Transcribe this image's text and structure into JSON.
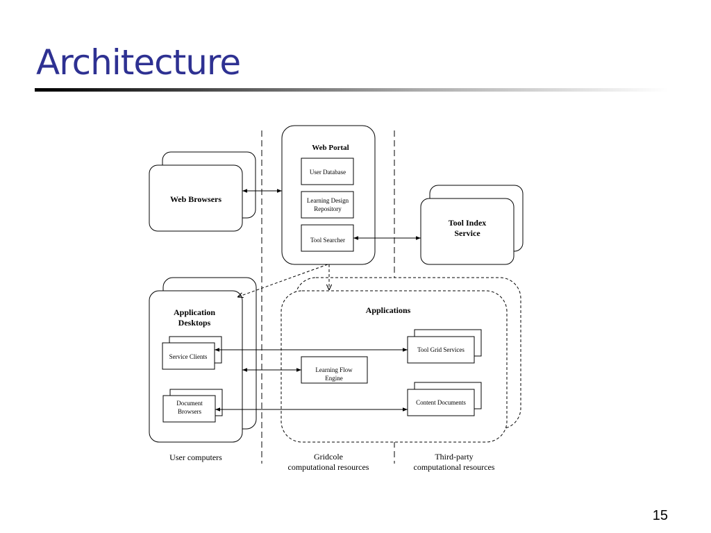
{
  "slide": {
    "title": "Architecture",
    "page_number": "15"
  },
  "colors": {
    "title": "#2e3192",
    "line": "#000000",
    "background": "#ffffff"
  },
  "diagram": {
    "web_browsers": "Web Browsers",
    "web_portal": {
      "title": "Web Portal",
      "user_database": "User Database",
      "learning_design_repository": [
        "Learning Design",
        "Repository"
      ],
      "tool_searcher": "Tool Searcher"
    },
    "tool_index_service": [
      "Tool Index",
      "Service"
    ],
    "application_desktops": {
      "title": [
        "Application",
        "Desktops"
      ],
      "service_clients": "Service Clients",
      "document_browsers": [
        "Document",
        "Browsers"
      ]
    },
    "applications": {
      "title": "Applications",
      "learning_flow_engine": [
        "Learning Flow",
        "Engine"
      ],
      "tool_grid_services": "Tool Grid Services",
      "content_documents": "Content Documents"
    },
    "zones": {
      "user": "User computers",
      "gridcole": [
        "Gridcole",
        "computational resources"
      ],
      "third_party": [
        "Third-party",
        "computational resources"
      ]
    }
  }
}
